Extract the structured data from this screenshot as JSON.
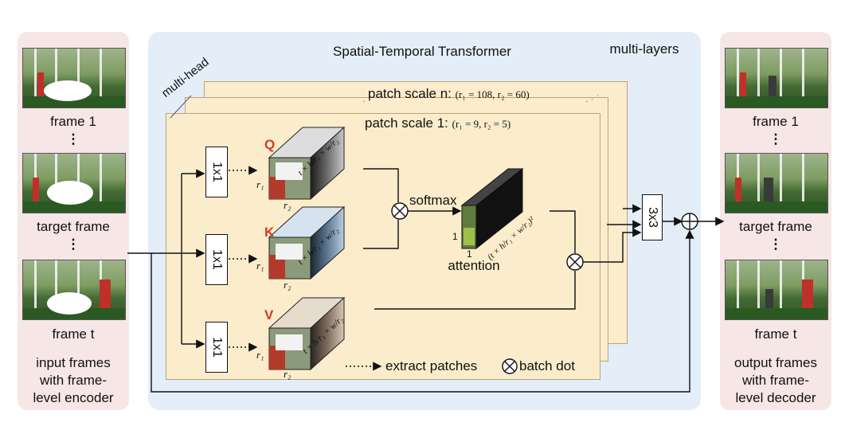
{
  "title": "Spatial-Temporal Transformer",
  "multi_layers": "multi-layers",
  "multi_head": "multi-head",
  "patch_scale_n": {
    "label": "patch scale n:",
    "params": "(r₁ = 108, r₂ = 60)"
  },
  "patch_scale_1": {
    "label": "patch scale 1:",
    "params": "(r₁ = 9, r₂ = 5)"
  },
  "input": {
    "frames": [
      {
        "label": "frame 1"
      },
      {
        "label": "target frame"
      },
      {
        "label": "frame t"
      }
    ],
    "dots": "⋮",
    "caption_lines": [
      "input frames",
      "with frame-",
      "level encoder"
    ]
  },
  "output": {
    "frames": [
      {
        "label": "frame 1"
      },
      {
        "label": "target frame"
      },
      {
        "label": "frame t"
      }
    ],
    "dots": "⋮",
    "caption_lines": [
      "output frames",
      "with frame-",
      "level decoder"
    ]
  },
  "conv_1x1": "1x1",
  "conv_3x3": "3x3",
  "branches": [
    {
      "name": "Q"
    },
    {
      "name": "K"
    },
    {
      "name": "V"
    }
  ],
  "r1": "r₁",
  "r2": "r₂",
  "stack_dims": "t × h/r₁ × w/r₂",
  "softmax": "softmax",
  "attention": "attention",
  "attention_dims": "(t × h/r₁ × w/r₂)²",
  "attention_one_a": "1",
  "attention_one_b": "1",
  "legend": {
    "extract": "extract patches",
    "batch_dot": "batch dot"
  },
  "colors": {
    "side_panel": "#f6e6e6",
    "main_panel": "#e3eef8",
    "layer": "#fbeccb",
    "qkv_red": "#d23a2a"
  }
}
